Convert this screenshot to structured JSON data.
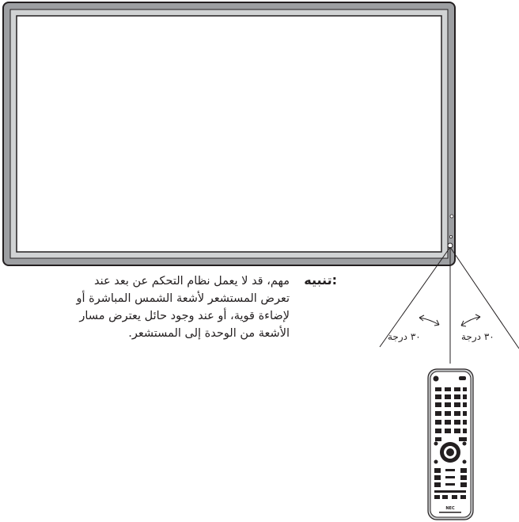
{
  "caution": {
    "label": "تنبيه:",
    "text": "مهم، قد لا يعمل نظام التحكم عن بعد عند تعرض المستشعر لأشعة الشمس المباشرة أو لإضاءة قوية، أو عند وجود حائل يعترض مسار الأشعة من الوحدة إلى المستشعر."
  },
  "angles": {
    "left": "٣٠ درجة",
    "right": "٣٠ درجة"
  },
  "remote": {
    "brand": "NEC"
  }
}
